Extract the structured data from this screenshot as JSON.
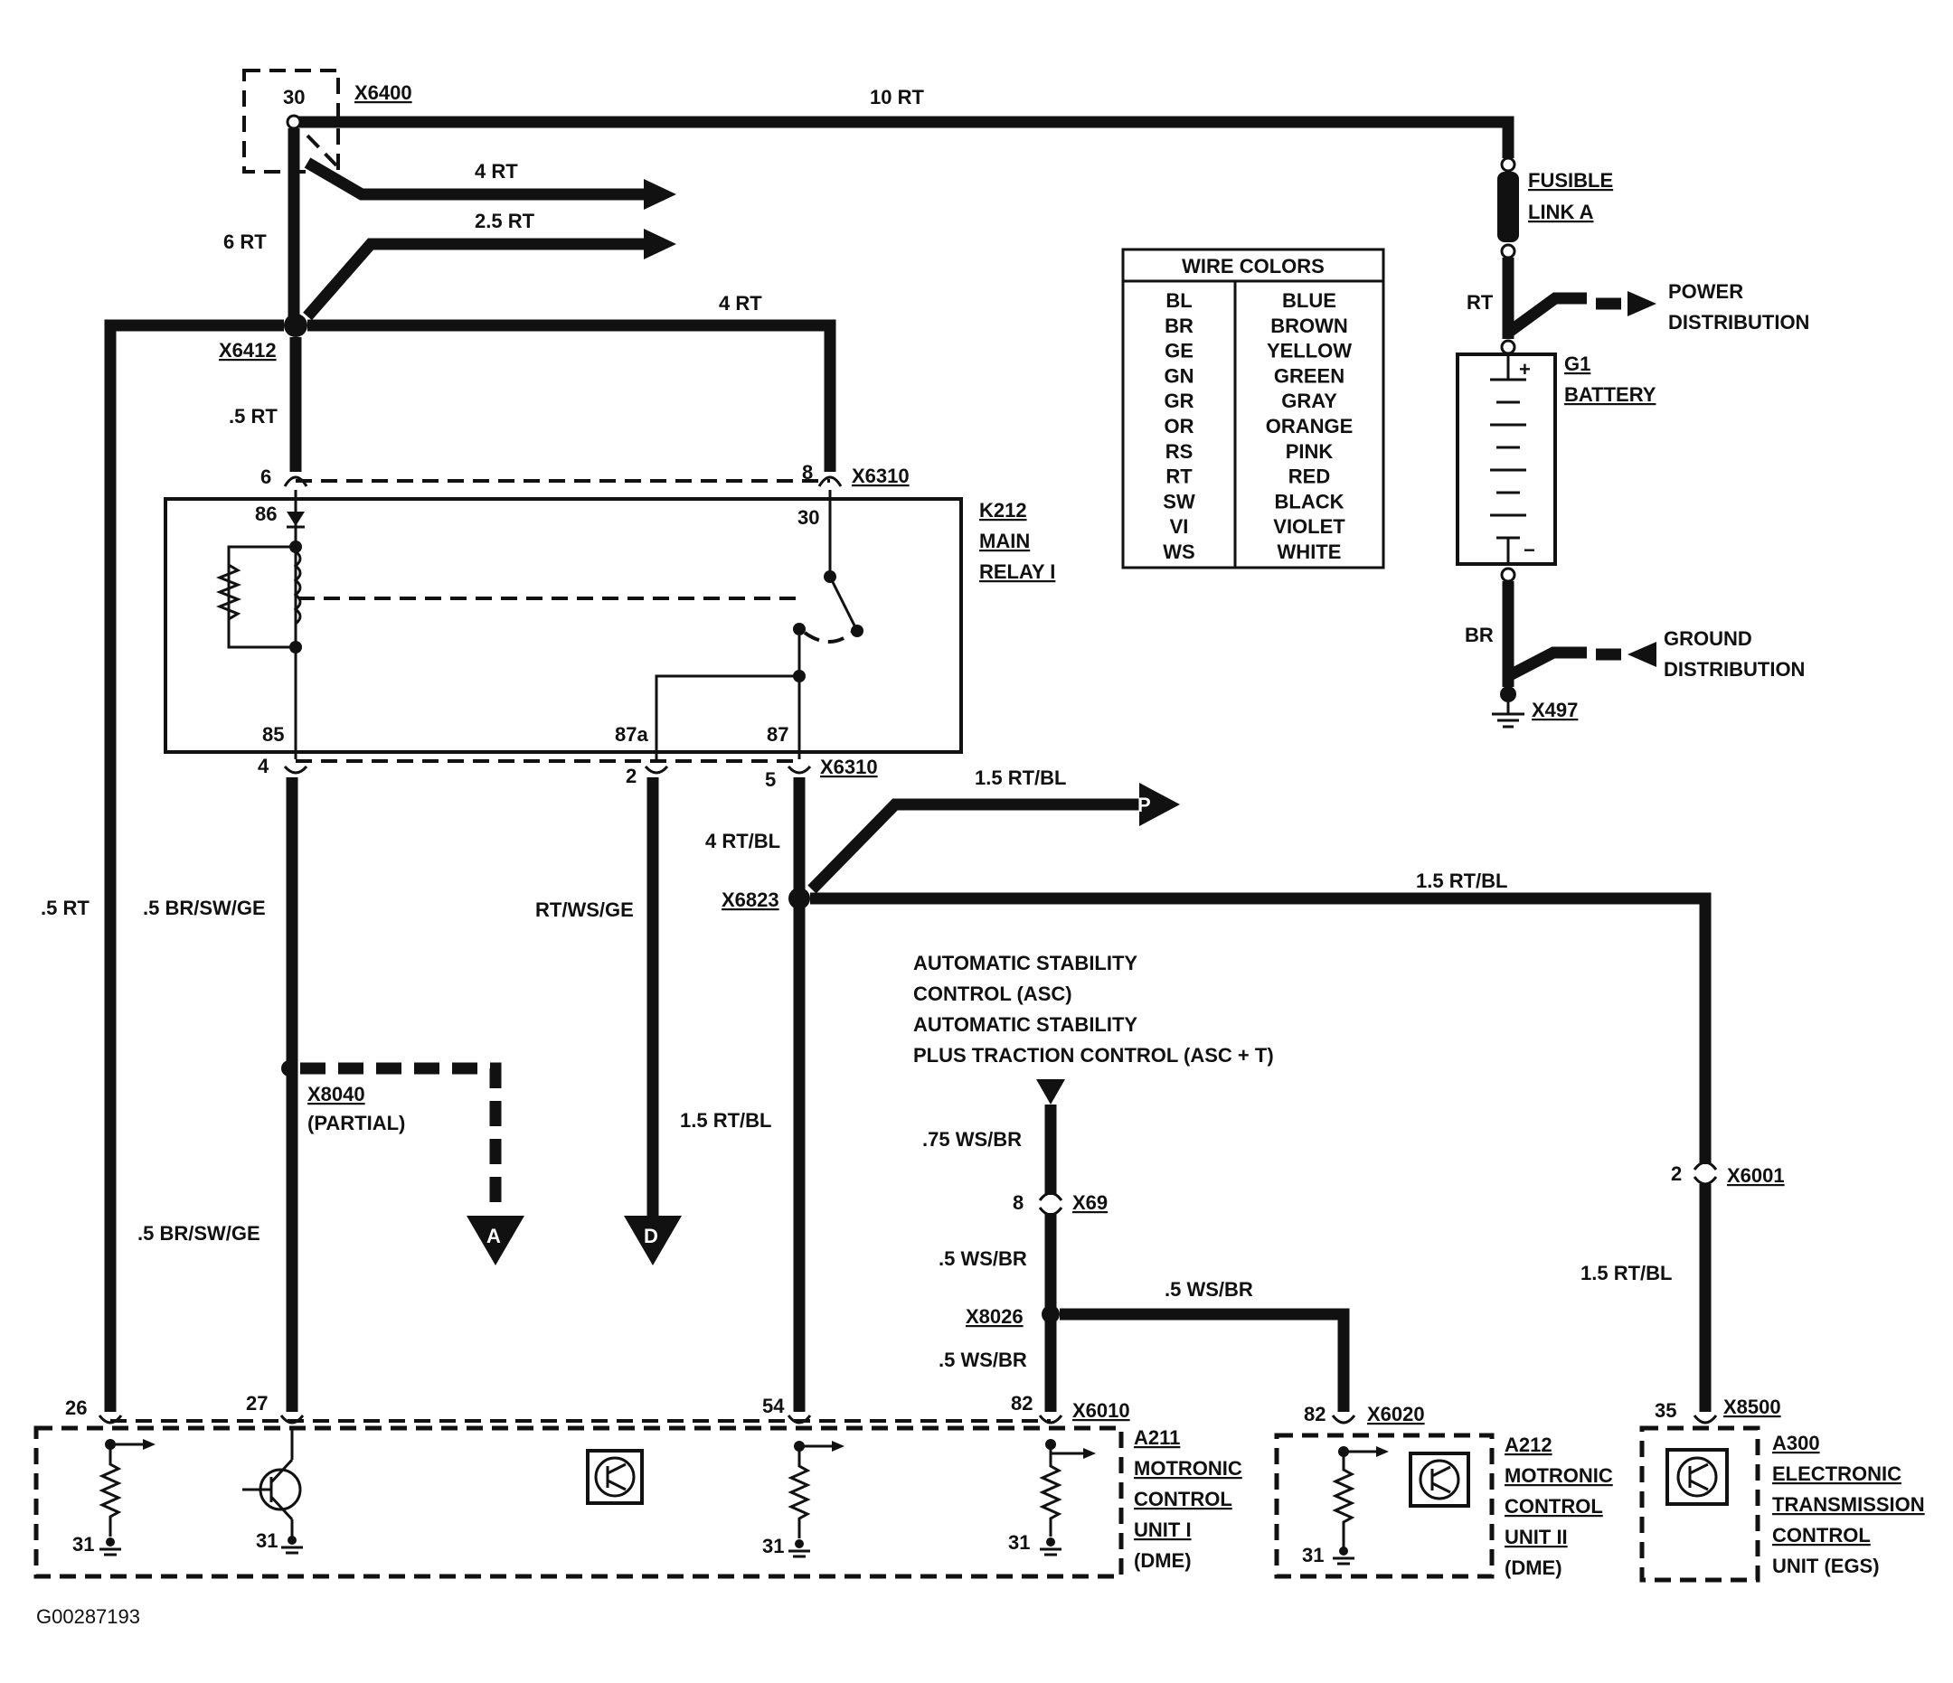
{
  "connectors": {
    "x6400": "X6400",
    "x6412": "X6412",
    "x6310_top": "X6310",
    "x6310_bot": "X6310",
    "x6823": "X6823",
    "x8040": "X8040",
    "x8040_sub": "(PARTIAL)",
    "x69": "X69",
    "x8026": "X8026",
    "x6010": "X6010",
    "x6020": "X6020",
    "x6001": "X6001",
    "x8500": "X8500",
    "x497": "X497"
  },
  "pins": {
    "p30_top": "30",
    "p6": "6",
    "p8": "8",
    "r86": "86",
    "r30": "30",
    "r85": "85",
    "r87a": "87a",
    "r87": "87",
    "p4": "4",
    "p2": "2",
    "p5": "5",
    "p26": "26",
    "p27": "27",
    "p54": "54",
    "p82a": "82",
    "p82b": "82",
    "p8_x69": "8",
    "p2_x6001": "2",
    "p35": "35",
    "g31a": "31",
    "g31b": "31",
    "g31c": "31",
    "g31d": "31",
    "g31e": "31"
  },
  "wires": {
    "w10rt": "10 RT",
    "w4rt": "4 RT",
    "w25rt": "2.5 RT",
    "w6rt": "6 RT",
    "w4rt_b": "4 RT",
    "w05rt": ".5 RT",
    "w05rt_left": ".5 RT",
    "w05brswge": ".5 BR/SW/GE",
    "w05brswge_b": ".5 BR/SW/GE",
    "wrtwsge": "RT/WS/GE",
    "w4rtbl": "4 RT/BL",
    "w15rtbl_p": "1.5 RT/BL",
    "w15rtbl_r": "1.5 RT/BL",
    "w15rtbl_mid": "1.5 RT/BL",
    "w15rtbl_x6001": "1.5 RT/BL",
    "w075wsbr": ".75 WS/BR",
    "w05wsbr_a": ".5 WS/BR",
    "w05wsbr_b": ".5 WS/BR",
    "w05wsbr_c": ".5 WS/BR",
    "wrt_bat": "RT",
    "wbr_bat": "BR"
  },
  "components": {
    "fusible_1": "FUSIBLE",
    "fusible_2": "LINK A",
    "g1": "G1",
    "battery": "BATTERY",
    "power_1": "POWER",
    "power_2": "DISTRIBUTION",
    "ground_1": "GROUND",
    "ground_2": "DISTRIBUTION",
    "k212_1": "K212",
    "k212_2": "MAIN",
    "k212_3": "RELAY I",
    "asc_1": "AUTOMATIC STABILITY",
    "asc_2": "CONTROL (ASC)",
    "asc_3": "AUTOMATIC STABILITY",
    "asc_4": "PLUS TRACTION CONTROL (ASC + T)",
    "a211_1": "A211",
    "a211_2": "MOTRONIC",
    "a211_3": "CONTROL",
    "a211_4": "UNIT I",
    "a211_5": "(DME)",
    "a212_1": "A212",
    "a212_2": "MOTRONIC",
    "a212_3": "CONTROL",
    "a212_4": "UNIT II",
    "a212_5": "(DME)",
    "a300_1": "A300",
    "a300_2": "ELECTRONIC",
    "a300_3": "TRANSMISSION",
    "a300_4": "CONTROL",
    "a300_5": "UNIT (EGS)"
  },
  "arrows": {
    "a": "A",
    "d": "D",
    "p": "P"
  },
  "wire_colors": {
    "title": "WIRE COLORS",
    "rows": [
      [
        "BL",
        "BLUE"
      ],
      [
        "BR",
        "BROWN"
      ],
      [
        "GE",
        "YELLOW"
      ],
      [
        "GN",
        "GREEN"
      ],
      [
        "GR",
        "GRAY"
      ],
      [
        "OR",
        "ORANGE"
      ],
      [
        "RS",
        "PINK"
      ],
      [
        "RT",
        "RED"
      ],
      [
        "SW",
        "BLACK"
      ],
      [
        "VI",
        "VIOLET"
      ],
      [
        "WS",
        "WHITE"
      ]
    ]
  },
  "figure_id": "G00287193"
}
